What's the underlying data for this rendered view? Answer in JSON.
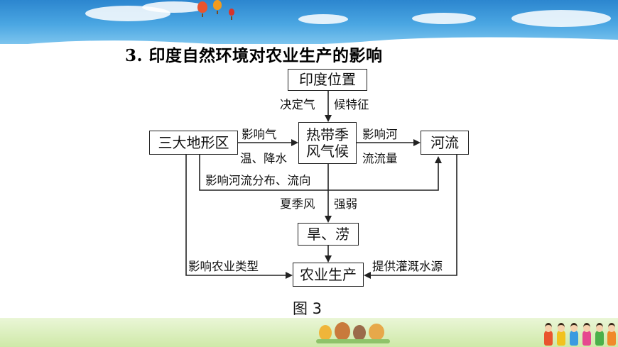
{
  "title": "3. 印度自然环境对农业生产的影响",
  "boxes": {
    "location": "印度位置",
    "monsoon_line1": "热带季",
    "monsoon_line2": "风气候",
    "landforms": "三大地形区",
    "rivers": "河流",
    "disasters": "旱、涝",
    "agriculture": "农业生产"
  },
  "labels": {
    "climate_left": "决定气",
    "climate_right": "候特征",
    "temp_top": "影响气",
    "temp_bottom": "温、降水",
    "river_top": "影响河",
    "river_bottom": "流流量",
    "distribution": "影响河流分布、流向",
    "wind_left": "夏季风",
    "wind_right": "强弱",
    "agri_type": "影响农业类型",
    "irrigation": "提供灌溉水源"
  },
  "caption": "图 3",
  "colors": {
    "sky": "#2c86cf",
    "line": "#222222",
    "grass": "#cfe9a8"
  },
  "icons": [
    "hot-air-balloon-icon",
    "cartoon-animals-icon",
    "cartoon-children-icon"
  ]
}
